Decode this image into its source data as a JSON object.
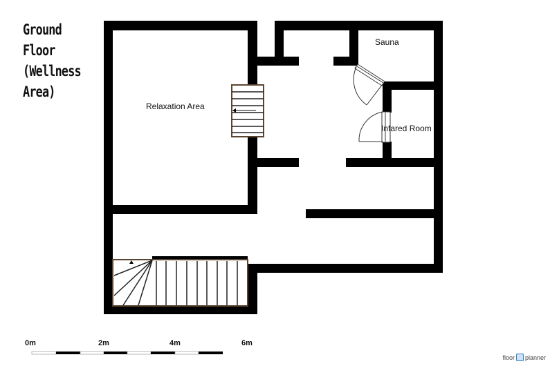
{
  "title_lines": [
    "Ground",
    "Floor",
    "(Wellness",
    "Area)"
  ],
  "rooms": {
    "relaxation": "Relaxation Area",
    "sauna": "Sauna",
    "infrared": "Infared Room"
  },
  "scale": {
    "labels": [
      "0m",
      "2m",
      "4m",
      "6m"
    ]
  },
  "logo": {
    "left": "floor",
    "right": "planner"
  }
}
